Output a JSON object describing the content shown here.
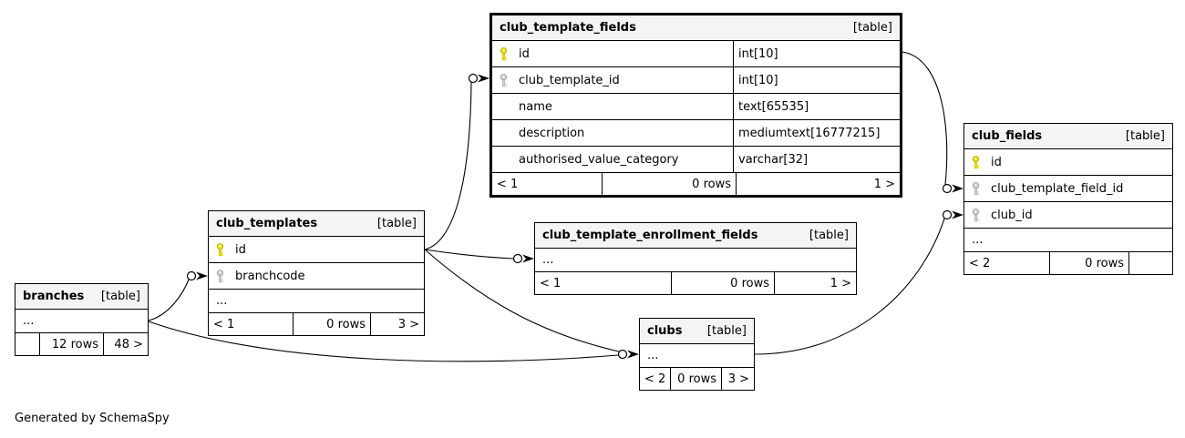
{
  "app": {
    "credit": "Generated by SchemaSpy"
  },
  "colors": {
    "background": "#ffffff",
    "header_bg": "#f4f4f4",
    "border": "#000000",
    "line": "#000000",
    "pk_key": "#e4e000",
    "fk_key": "#cdcdcd"
  },
  "tables": [
    {
      "name": "club_template_fields",
      "title": "club_template_fields",
      "tag": "[table]",
      "highlighted": true,
      "columns": [
        {
          "key": "pk",
          "name": "id",
          "type": "int[10]"
        },
        {
          "key": "fk",
          "name": "club_template_id",
          "type": "int[10]"
        },
        {
          "key": null,
          "name": "name",
          "type": "text[65535]"
        },
        {
          "key": null,
          "name": "description",
          "type": "mediumtext[16777215]"
        },
        {
          "key": null,
          "name": "authorised_value_category",
          "type": "varchar[32]"
        }
      ],
      "footer": [
        "< 1",
        "0 rows",
        "1 >"
      ]
    },
    {
      "name": "club_templates",
      "title": "club_templates",
      "tag": "[table]",
      "highlighted": false,
      "columns": [
        {
          "key": "pk",
          "name": "id",
          "type": null
        },
        {
          "key": "fk",
          "name": "branchcode",
          "type": null
        },
        {
          "key": null,
          "name": "...",
          "type": null
        }
      ],
      "footer": [
        "< 1",
        "0 rows",
        "3 >"
      ]
    },
    {
      "name": "branches",
      "title": "branches",
      "tag": "[table]",
      "highlighted": false,
      "columns": [
        {
          "key": null,
          "name": "...",
          "type": null
        }
      ],
      "footer": [
        "",
        "12 rows",
        "48 >"
      ]
    },
    {
      "name": "clubs",
      "title": "clubs",
      "tag": "[table]",
      "highlighted": false,
      "columns": [
        {
          "key": null,
          "name": "...",
          "type": null
        }
      ],
      "footer": [
        "< 2",
        "0 rows",
        "3 >"
      ]
    },
    {
      "name": "club_template_enrollment_fields",
      "title": "club_template_enrollment_fields",
      "tag": "[table]",
      "highlighted": false,
      "columns": [
        {
          "key": null,
          "name": "...",
          "type": null
        }
      ],
      "footer": [
        "< 1",
        "0 rows",
        "1 >"
      ]
    },
    {
      "name": "club_fields",
      "title": "club_fields",
      "tag": "[table]",
      "highlighted": false,
      "columns": [
        {
          "key": "pk",
          "name": "id",
          "type": null
        },
        {
          "key": "fk",
          "name": "club_template_field_id",
          "type": null
        },
        {
          "key": "fk",
          "name": "club_id",
          "type": null
        },
        {
          "key": null,
          "name": "...",
          "type": null
        }
      ],
      "footer": [
        "< 2",
        "0 rows",
        ""
      ]
    }
  ],
  "relations": [
    {
      "from": "club_templates.id",
      "to": "club_template_fields.club_template_id"
    },
    {
      "from": "club_template_fields.id",
      "to": "club_fields.club_template_field_id"
    },
    {
      "from": "clubs",
      "to": "club_fields.club_id"
    },
    {
      "from": "branches",
      "to": "club_templates.branchcode"
    },
    {
      "from": "branches",
      "to": "clubs"
    },
    {
      "from": "club_templates.id",
      "to": "clubs"
    },
    {
      "from": "club_templates.id",
      "to": "club_template_enrollment_fields"
    }
  ]
}
